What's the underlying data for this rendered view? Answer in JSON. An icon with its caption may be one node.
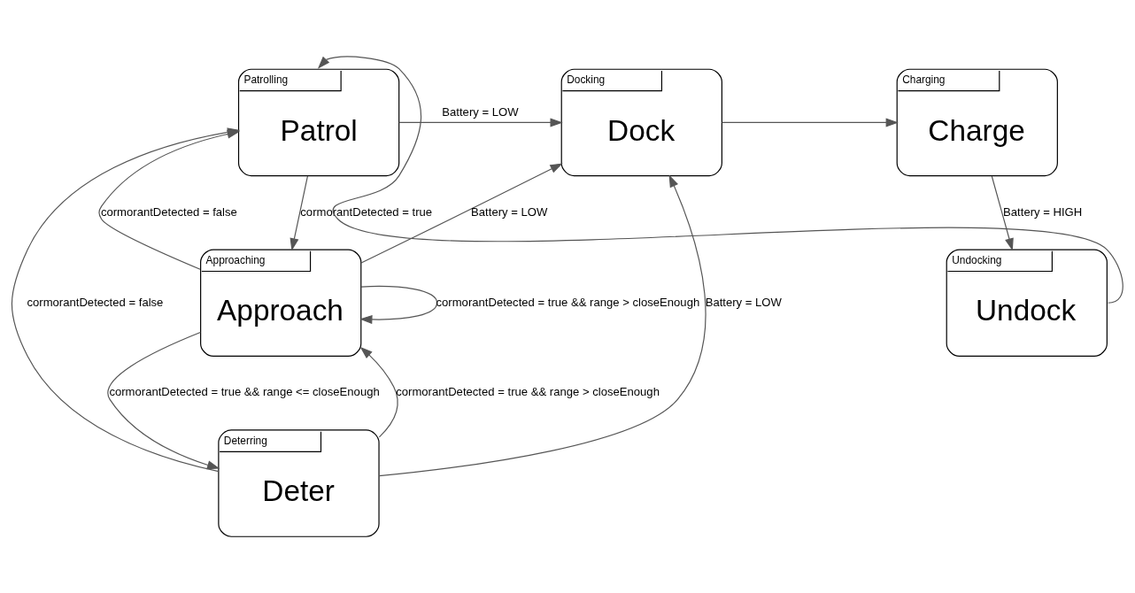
{
  "diagram": {
    "nodes": [
      {
        "text": [
          "Patrolling",
          "Patrol"
        ]
      },
      {
        "text": [
          "Docking",
          "Dock"
        ]
      },
      {
        "text": [
          "Charging",
          "Charge"
        ]
      },
      {
        "text": [
          "Approaching",
          "Approach"
        ]
      },
      {
        "text": [
          "Undocking",
          "Undock"
        ]
      },
      {
        "text": [
          "Deterring",
          "Deter"
        ]
      }
    ],
    "edges": [
      {
        "from": 0,
        "to": 1,
        "arrow": "to",
        "label": "Battery = LOW"
      },
      {
        "from": 1,
        "to": 2,
        "arrow": "to"
      },
      {
        "from": 2,
        "to": 4,
        "arrow": "to",
        "label": "Battery = HIGH"
      },
      {
        "from": 4,
        "to": 0,
        "arrow": "to"
      },
      {
        "from": 0,
        "to": 3,
        "arrow": "to",
        "label": "cormorantDetected = true"
      },
      {
        "from": 3,
        "to": 0,
        "arrow": "to",
        "label": "cormorantDetected = false"
      },
      {
        "from": 3,
        "to": 1,
        "arrow": "to",
        "label": "Battery = LOW"
      },
      {
        "from": 3,
        "to": 3,
        "arrow": "to",
        "label": "cormorantDetected = true && range > closeEnough"
      },
      {
        "from": 3,
        "to": 5,
        "arrow": "to",
        "label": "cormorantDetected = true && range <= closeEnough"
      },
      {
        "from": 5,
        "to": 3,
        "arrow": "to",
        "label": "cormorantDetected = true && range > closeEnough"
      },
      {
        "from": 5,
        "to": 0,
        "arrow": "to",
        "label": "cormorantDetected = false"
      },
      {
        "from": 5,
        "to": 1,
        "arrow": "to",
        "label": "Battery = LOW"
      }
    ]
  }
}
